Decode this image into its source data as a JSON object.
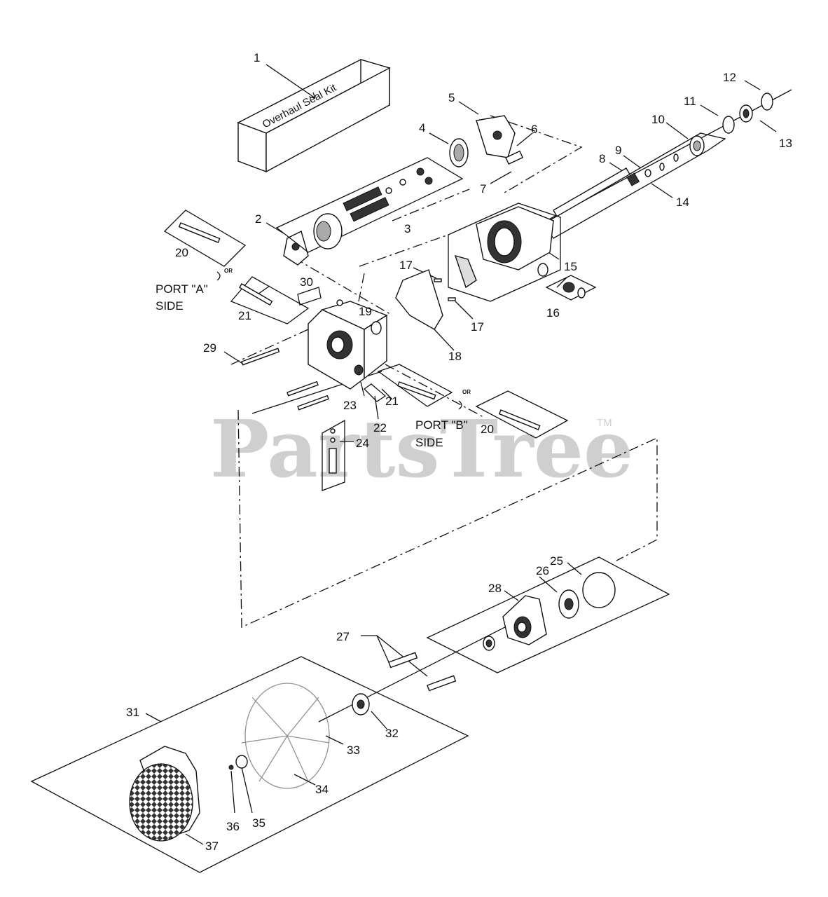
{
  "kit_label": "Overhaul Seal Kit",
  "port_a": {
    "line1": "PORT \"A\"",
    "line2": "SIDE",
    "or": "OR"
  },
  "port_b": {
    "line1": "PORT \"B\"",
    "line2": "SIDE",
    "or": "OR"
  },
  "watermark": "PartsTree",
  "trademark": "TM",
  "labels": {
    "p1": "1",
    "p2": "2",
    "p3": "3",
    "p4": "4",
    "p5": "5",
    "p6": "6",
    "p7": "7",
    "p8": "8",
    "p9": "9",
    "p10": "10",
    "p11": "11",
    "p12": "12",
    "p13": "13",
    "p14": "14",
    "p15": "15",
    "p16": "16",
    "p17a": "17",
    "p17b": "17",
    "p18": "18",
    "p19": "19",
    "p20a": "20",
    "p20b": "20",
    "p21a": "21",
    "p21b": "21",
    "p22": "22",
    "p23": "23",
    "p24": "24",
    "p25": "25",
    "p26": "26",
    "p27": "27",
    "p28": "28",
    "p29": "29",
    "p30": "30",
    "p31": "31",
    "p32": "32",
    "p33": "33",
    "p34": "34",
    "p35": "35",
    "p36": "36",
    "p37": "37"
  }
}
